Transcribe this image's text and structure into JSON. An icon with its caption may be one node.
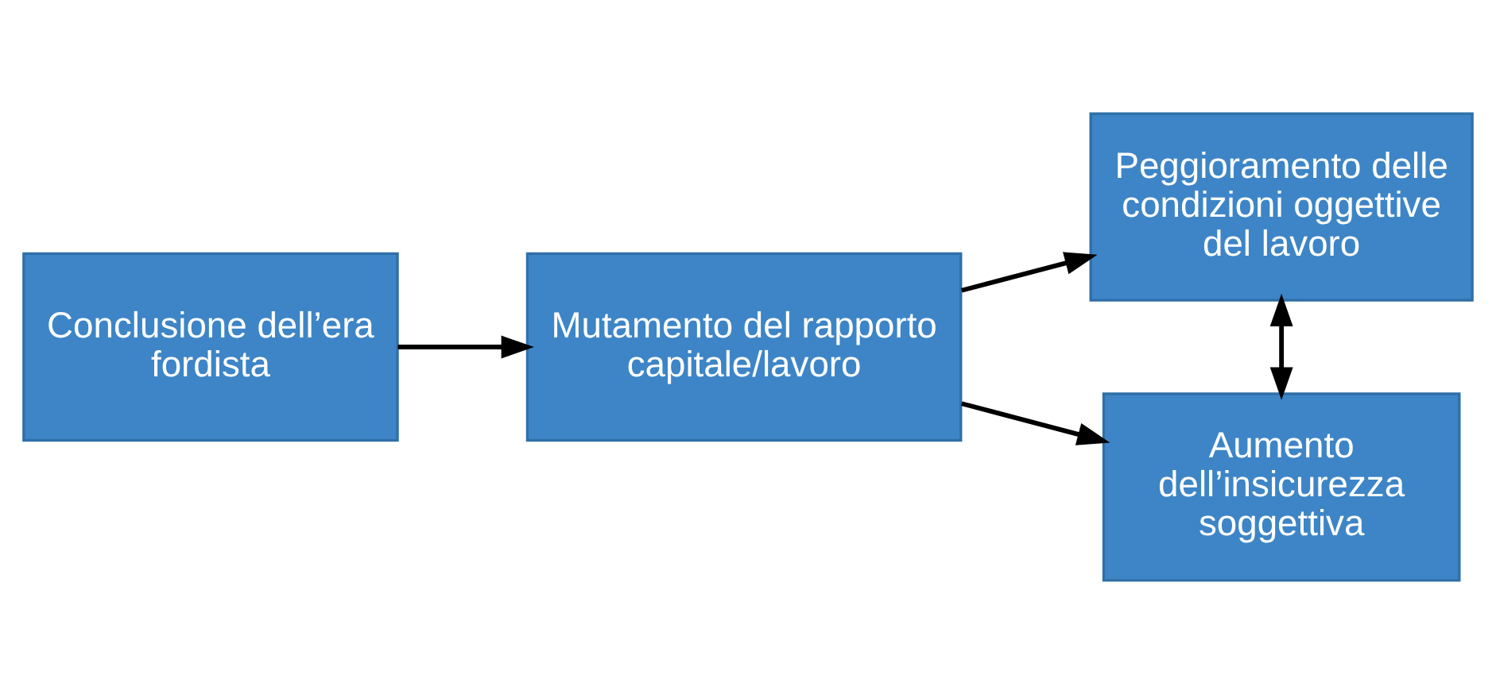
{
  "diagram": {
    "nodes": [
      {
        "text": [
          "Conclusione dell’era fordista"
        ]
      },
      {
        "text": [
          "Mutamento del rapporto capitale/lavoro"
        ]
      },
      {
        "text": [
          "Peggioramento delle condizioni oggettive del lavoro"
        ]
      },
      {
        "text": [
          "Aumento dell’insicurezza soggettiva"
        ]
      }
    ],
    "edges": [
      {
        "from": 0,
        "to": 1,
        "arrow": "to"
      },
      {
        "from": 1,
        "to": 2,
        "arrow": "to"
      },
      {
        "from": 1,
        "to": 3,
        "arrow": "to"
      },
      {
        "from": 2,
        "to": 3,
        "arrow": "both"
      }
    ]
  }
}
